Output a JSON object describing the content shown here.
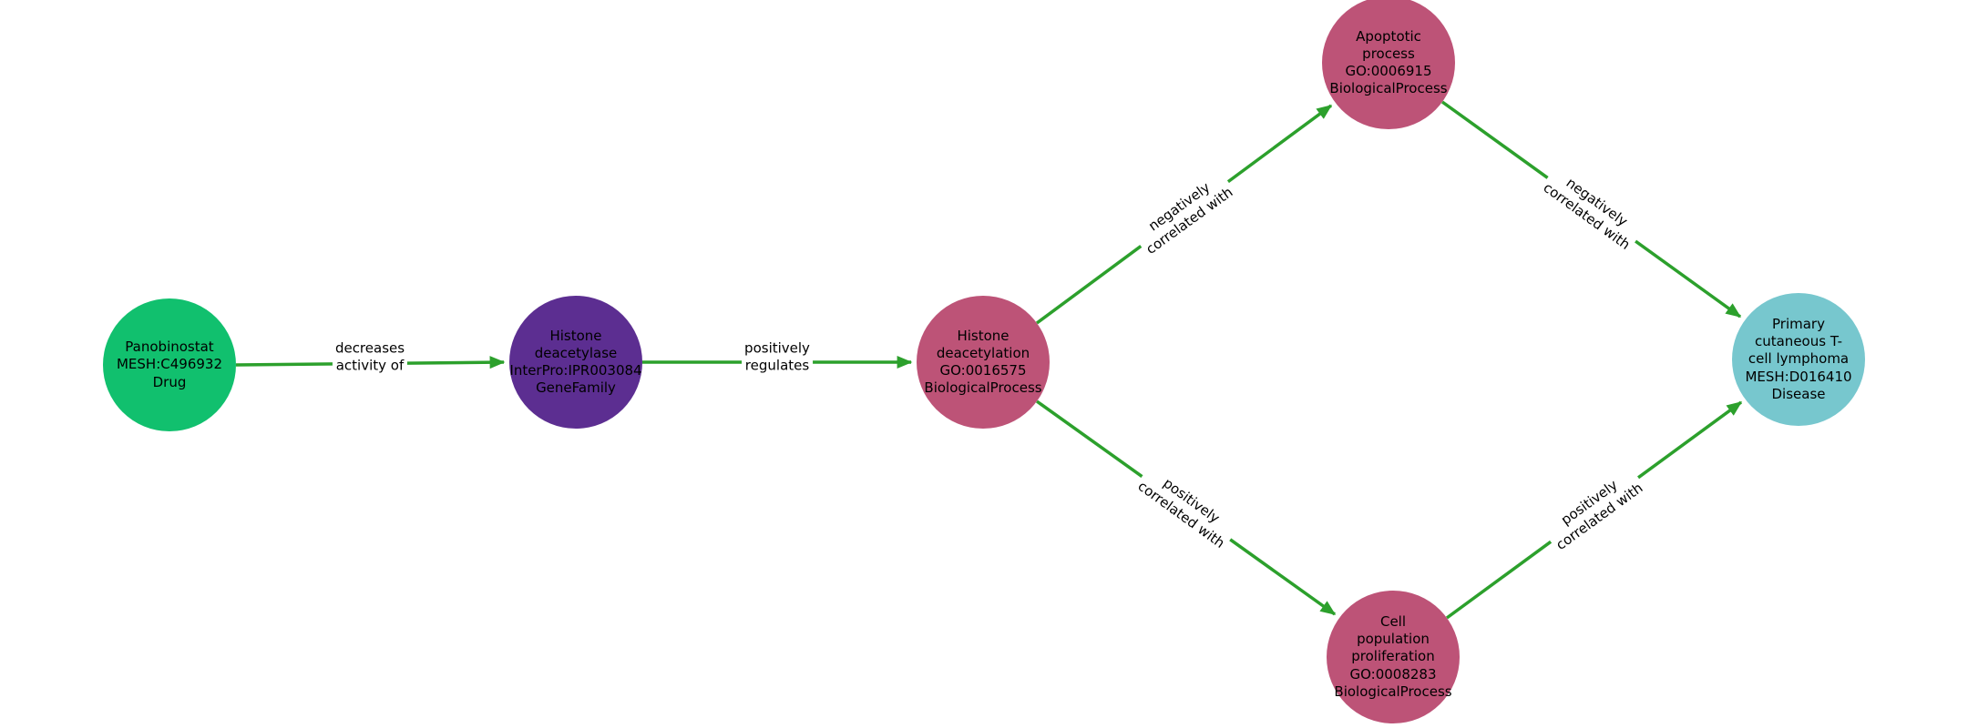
{
  "diagram": {
    "background_color": "#ffffff",
    "edge_color": "#2ca02c",
    "text_color": "#000000",
    "nodes": [
      {
        "id": "panobinostat",
        "label": "Panobinostat\nMESH:C496932\nDrug",
        "color": "#11c06e"
      },
      {
        "id": "histone-deacetylase",
        "label": "Histone\ndeacetylase\nInterPro:IPR003084\nGeneFamily",
        "color": "#5c2e91"
      },
      {
        "id": "histone-deacetylation",
        "label": "Histone\ndeacetylation\nGO:0016575\nBiologicalProcess",
        "color": "#bd5377"
      },
      {
        "id": "apoptotic-process",
        "label": "Apoptotic\nprocess\nGO:0006915\nBiologicalProcess",
        "color": "#bd5377"
      },
      {
        "id": "cell-population-proliferation",
        "label": "Cell\npopulation\nproliferation\nGO:0008283\nBiologicalProcess",
        "color": "#bd5377"
      },
      {
        "id": "primary-cutaneous-t-cell-lymphoma",
        "label": "Primary\ncutaneous T-\ncell lymphoma\nMESH:D016410\nDisease",
        "color": "#77c7ce"
      }
    ],
    "edges": [
      {
        "source": "Panobinostat",
        "target": "Histone deacetylase",
        "label": "decreases\nactivity of"
      },
      {
        "source": "Histone deacetylase",
        "target": "Histone deacetylation",
        "label": "positively\nregulates"
      },
      {
        "source": "Histone deacetylation",
        "target": "Apoptotic process",
        "label": "negatively\ncorrelated with"
      },
      {
        "source": "Histone deacetylation",
        "target": "Cell population proliferation",
        "label": "positively\ncorrelated with"
      },
      {
        "source": "Apoptotic process",
        "target": "Primary cutaneous T-cell lymphoma",
        "label": "negatively\ncorrelated with"
      },
      {
        "source": "Cell population proliferation",
        "target": "Primary cutaneous T-cell lymphoma",
        "label": "positively\ncorrelated with"
      }
    ]
  }
}
